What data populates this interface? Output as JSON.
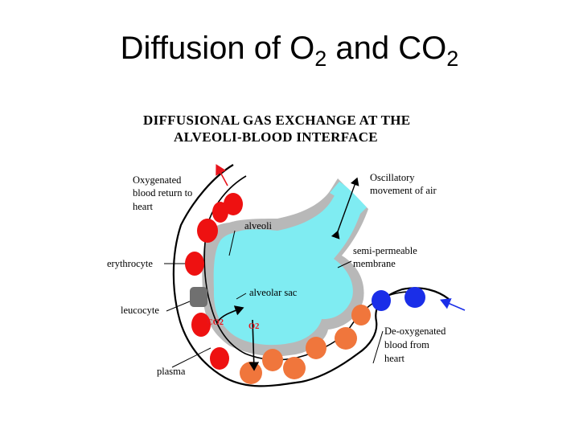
{
  "slide": {
    "title_parts": [
      "Diffusion of O",
      "2",
      " and CO",
      "2"
    ]
  },
  "diagram": {
    "title_line1": "DIFFUSIONAL GAS EXCHANGE AT THE",
    "title_line2": "ALVEOLI-BLOOD INTERFACE",
    "labels": {
      "oxygenated_line1": "Oxygenated",
      "oxygenated_line2": "blood return to",
      "oxygenated_line3": "heart",
      "oscillatory_line1": "Oscillatory",
      "oscillatory_line2": "movement of air",
      "alveoli": "alveoli",
      "semi_line1": "semi-permeable",
      "semi_line2": "membrane",
      "erythrocyte": "erythrocyte",
      "alveolar_sac": "alveolar sac",
      "leucocyte": "leucocyte",
      "co2": "CO2",
      "o2": "O2",
      "deoxy_line1": "De-oxygenated",
      "deoxy_line2": "blood from",
      "deoxy_line3": "heart",
      "plasma": "plasma"
    },
    "colors": {
      "air": "#7fecf2",
      "membrane": "#b8b8b8",
      "oxygenated_rbc": "#ee1111",
      "deoxygenated_rbc": "#f0763c",
      "venous_rbc": "#1a2ee8",
      "leucocyte": "#707070",
      "arrow_red": "#e8141c",
      "arrow_blue": "#1a2ee8",
      "gas_label_red": "#e8141c"
    }
  }
}
